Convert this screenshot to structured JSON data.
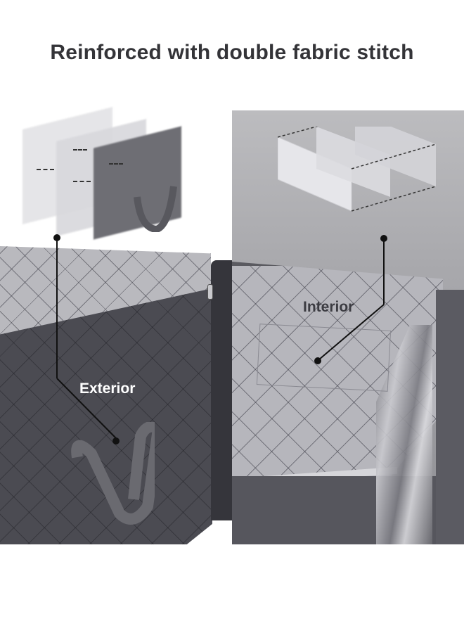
{
  "headline": "Reinforced with double fabric stitch",
  "panels": {
    "left": {
      "label": "Exterior",
      "label_color": "#ffffff",
      "fabric_color": "#4b4b52",
      "lining_color": "#b9b9be",
      "exploded_layers": [
        "light layer",
        "light layer",
        "dark layer with handle"
      ]
    },
    "right": {
      "label": "Interior",
      "label_color": "#3c3c42",
      "background_color": "#a9a9ad",
      "lining_color": "#b6b6bc",
      "exploded_layers": [
        "divider panel",
        "divider panel",
        "divider panel"
      ]
    }
  },
  "colors": {
    "headline": "#343438",
    "callout": "#111111",
    "page_bg": "#ffffff"
  }
}
